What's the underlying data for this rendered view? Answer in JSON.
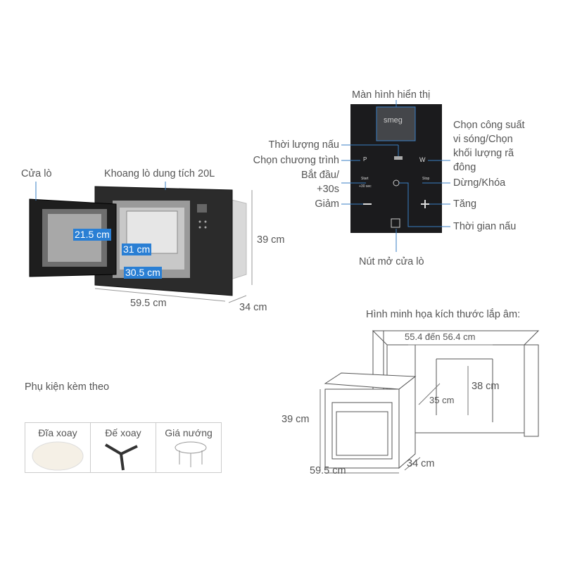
{
  "microwave": {
    "door_label": "Cửa lò",
    "cavity_label": "Khoang lò dung tích 20L",
    "inner_height": "21.5 cm",
    "inner_depth": "31 cm",
    "inner_width": "30.5 cm",
    "height": "39 cm",
    "width": "59.5 cm",
    "depth": "34 cm",
    "brand": "smeg"
  },
  "control_panel": {
    "display": "Màn hình hiển thị",
    "cook_duration": "Thời lượng nấu",
    "program_select": "Chọn chương trình",
    "start_line1": "Bắt đầu/",
    "start_line2": "+30s",
    "decrease": "Giảm",
    "power_line1": "Chọn công suất",
    "power_line2": "vi sóng/Chọn",
    "power_line3": "khối lượng rã",
    "power_line4": "đông",
    "stop_lock": "Dừng/Khóa",
    "increase": "Tăng",
    "cook_time": "Thời gian nấu",
    "door_open_button": "Nút mở cửa lò",
    "btn_p": "P",
    "btn_w": "W",
    "btn_start": "Start",
    "btn_start_sub": "+30 sec",
    "btn_stop": "Stop"
  },
  "accessories": {
    "title": "Phụ kiện kèm theo",
    "items": [
      {
        "label": "Đĩa xoay"
      },
      {
        "label": "Đế xoay"
      },
      {
        "label": "Giá nướng"
      }
    ]
  },
  "installation": {
    "title": "Hình minh họa kích thước lắp âm:",
    "niche_width": "55.4 đến 56.4 cm",
    "niche_height": "38 cm",
    "niche_depth": "35 cm",
    "oven_height": "39 cm",
    "oven_width": "59.5 cm",
    "oven_depth": "34 cm"
  }
}
